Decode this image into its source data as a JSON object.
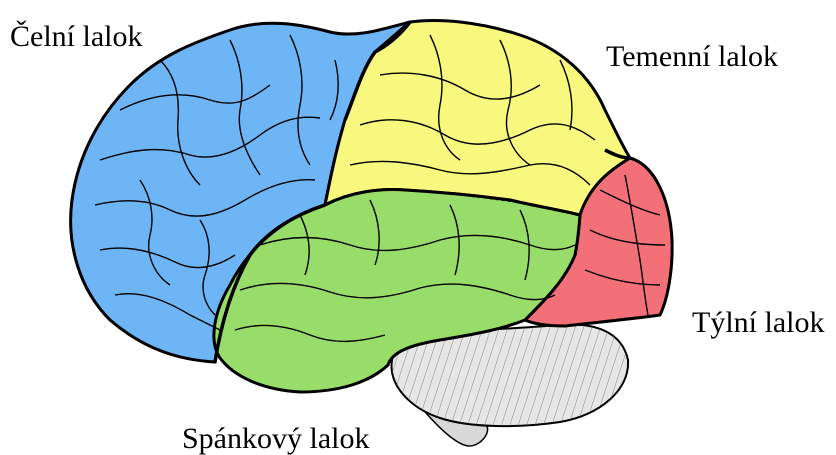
{
  "labels": {
    "frontal": "Čelní lalok",
    "parietal": "Temenní lalok",
    "occipital": "Týlní lalok",
    "temporal": "Spánkový lalok"
  },
  "colors": {
    "frontal": "#6eb5f5",
    "parietal": "#f8f87e",
    "occipital": "#f37078",
    "temporal": "#98dd6a",
    "cerebellum": "#e6e6e6",
    "brainstem": "#d8d8d8",
    "outline": "#000000"
  },
  "icons": {
    "brain": "brain-lateral-view-illustration"
  }
}
